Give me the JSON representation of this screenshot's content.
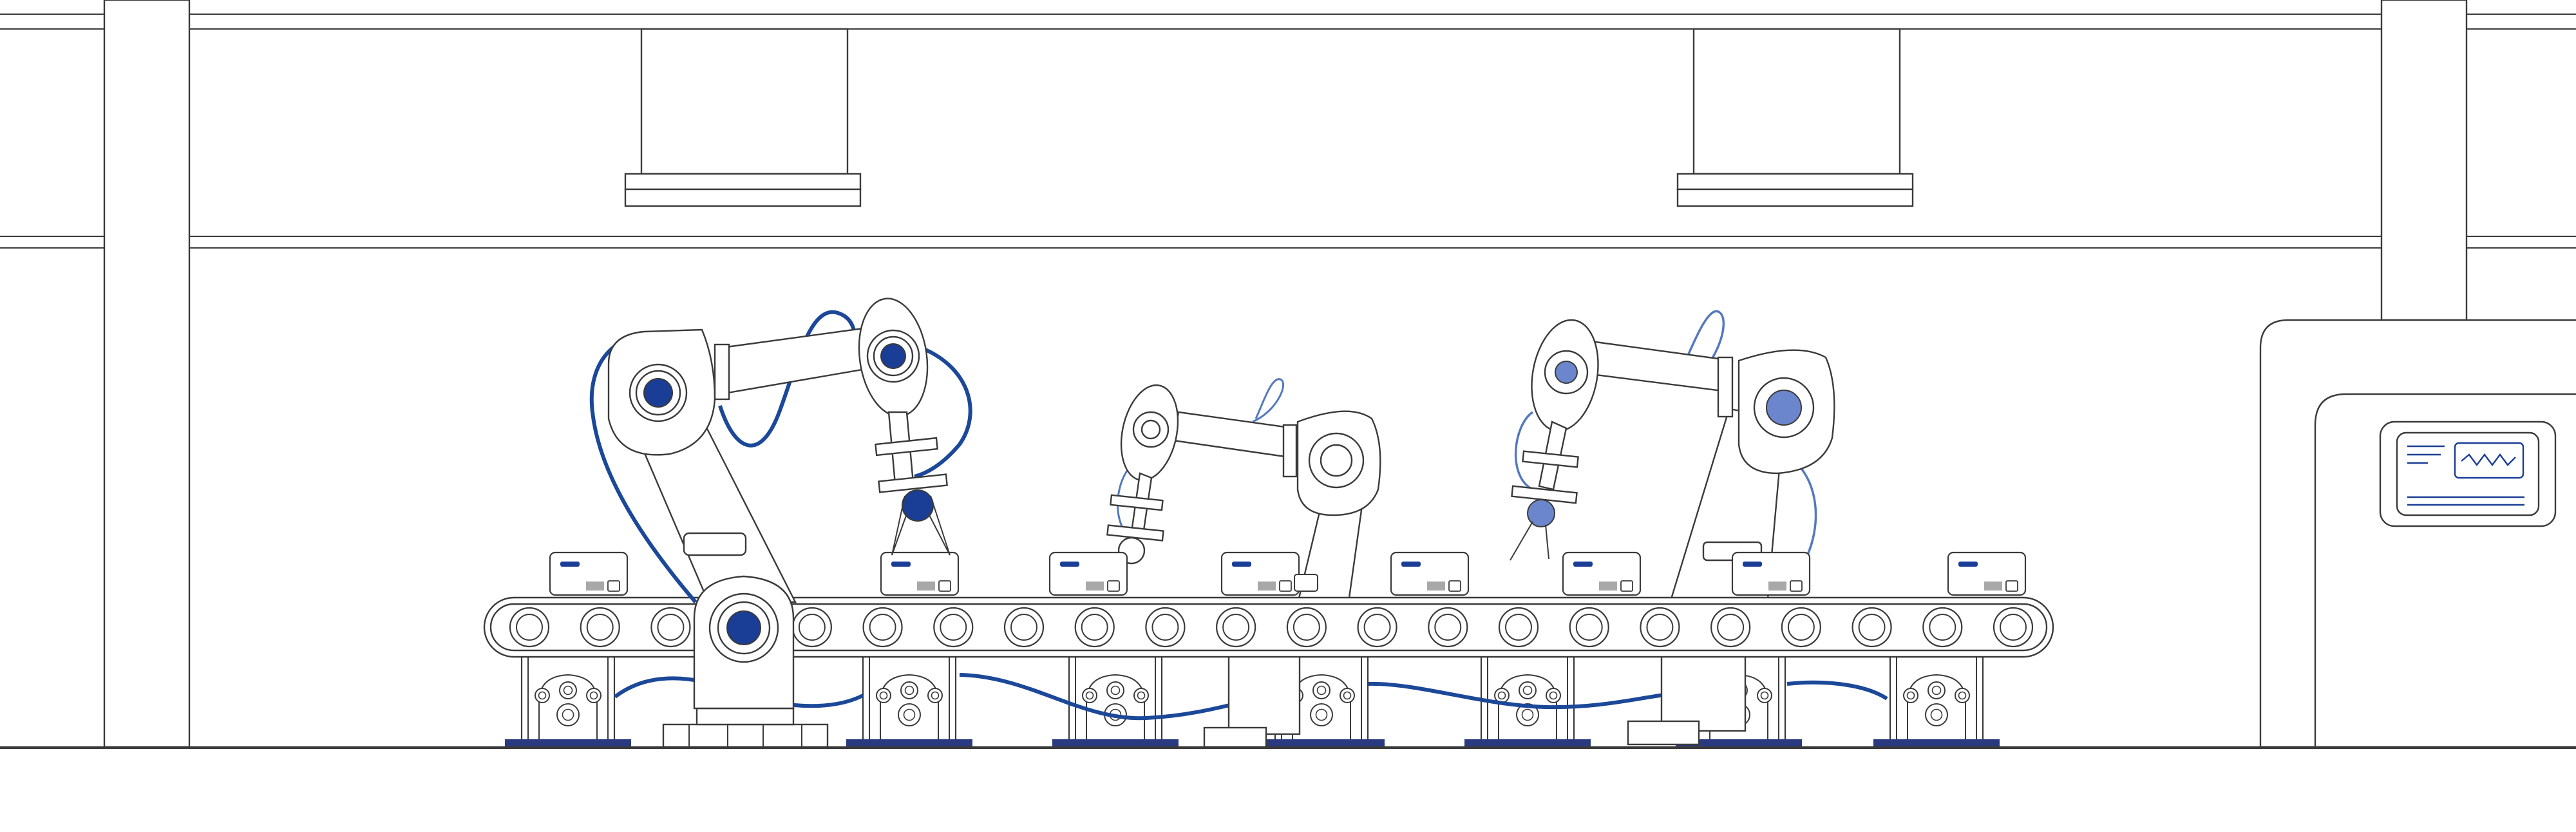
{
  "palette": {
    "line": "#3a3a3a",
    "accent_dark": "#1a3e96",
    "accent_light": "#6b86cc",
    "cable": "#1b4898",
    "cable_light": "#5578bf",
    "foot": "#2a3a80",
    "tag_gray": "#a8a8a8",
    "background": "#ffffff"
  },
  "scene": {
    "description_icon": "factory-assembly-line-icon",
    "conveyor": {
      "roller_count": 22,
      "parcel_count": 9,
      "support_count": 7
    },
    "robots": [
      {
        "name": "robot-arm-1",
        "style": "dark",
        "facing": "right"
      },
      {
        "name": "robot-arm-2",
        "style": "outline",
        "facing": "left"
      },
      {
        "name": "robot-arm-3",
        "style": "light",
        "facing": "left"
      }
    ],
    "monitor": {
      "icon": "monitor-waveform-icon"
    }
  }
}
